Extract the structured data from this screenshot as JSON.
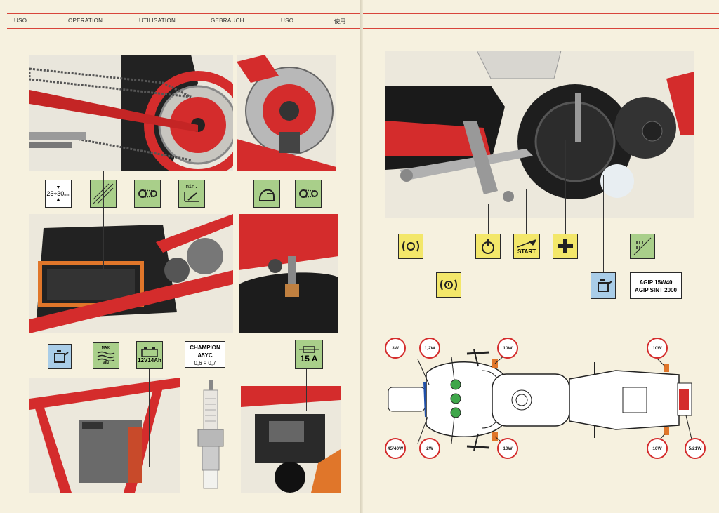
{
  "header": {
    "labels": [
      "USO",
      "OPERATION",
      "UTILISATION",
      "GEBRAUCH",
      "USO",
      "使用"
    ]
  },
  "left": {
    "chain_tension": "25÷30",
    "chain_tension_unit": "mm",
    "min_label": "min.",
    "spark_plug": {
      "brand": "CHAMPION",
      "model": "A5YC",
      "gap": "0,6 ÷ 0,7"
    },
    "battery": "12V14Ah",
    "level_max": "MAX.",
    "level_min": "MIN.",
    "fuse": "15 A"
  },
  "right": {
    "oil": {
      "line1": "AGIP 15W40",
      "line2": "AGIP SINT 2000"
    },
    "start_label": "START",
    "bulbs": {
      "front_left_turn": "3W",
      "panel": "1,2W",
      "rear_turn_top": "10W",
      "front_turn_top": "10W",
      "headlight": "45/40W",
      "warning": "2W",
      "front_turn_bottom": "10W",
      "rear_turn_bottom": "10W",
      "tail": "5/21W"
    }
  },
  "colors": {
    "frame_red": "#d42c2c",
    "icon_green": "#a9cf8a",
    "icon_yellow": "#f3e76a",
    "icon_blue": "#a9cde8"
  }
}
